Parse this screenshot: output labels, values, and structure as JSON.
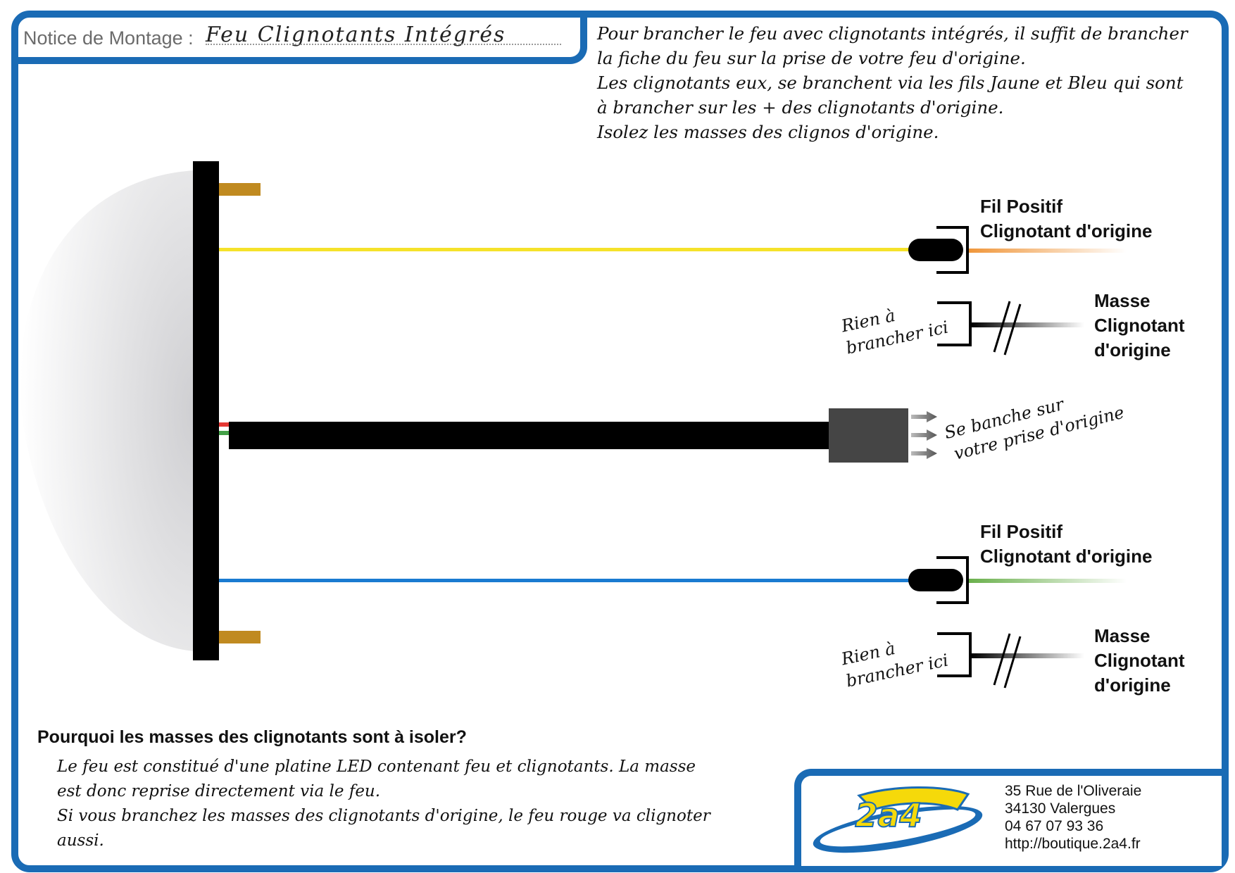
{
  "header": {
    "label": "Notice de Montage :",
    "product": "Feu Clignotants Intégrés"
  },
  "instructions": [
    "Pour brancher le feu avec clignotants intégrés, il suffit de brancher",
    "la fiche du feu sur la prise de votre feu d'origine.",
    "Les clignotants eux, se branchent via les fils Jaune et Bleu qui sont",
    "à brancher sur les + des clignotants d'origine.",
    "Isolez les masses des clignos d'origine."
  ],
  "diagram": {
    "top_positive": {
      "line1": "Fil Positif",
      "line2": "Clignotant d'origine",
      "wire_color": "#f5e22a",
      "origin_color": "#f0963a"
    },
    "top_ground": {
      "note_line1": "Rien à",
      "note_line2": "brancher ici",
      "line1": "Masse",
      "line2": "Clignotant",
      "line3": "d'origine"
    },
    "connector": {
      "line1": "Se banche sur",
      "line2": "votre prise d'origine"
    },
    "bottom_positive": {
      "line1": "Fil Positif",
      "line2": "Clignotant d'origine",
      "wire_color": "#1a7bd1",
      "origin_color": "#6ab04c"
    },
    "bottom_ground": {
      "note_line1": "Rien à",
      "note_line2": "brancher ici",
      "line1": "Masse",
      "line2": "Clignotant",
      "line3": "d'origine"
    }
  },
  "why": {
    "title": "Pourquoi les masses des clignotants sont à isoler?",
    "lines": [
      "Le feu est constitué d'une platine LED contenant feu et clignotants. La masse",
      "est donc reprise directement via le feu.",
      "Si vous branchez les masses des clignotants d'origine, le feu rouge va clignoter",
      "aussi."
    ]
  },
  "contact": {
    "logo_text": "2a4",
    "address": "35 Rue de l'Oliveraie",
    "city": "34130 Valergues",
    "phone": "04 67 07 93 36",
    "url": "http://boutique.2a4.fr"
  },
  "colors": {
    "frame": "#1a6bb5",
    "yellow_wire": "#f5e22a",
    "blue_wire": "#1a7bd1"
  }
}
